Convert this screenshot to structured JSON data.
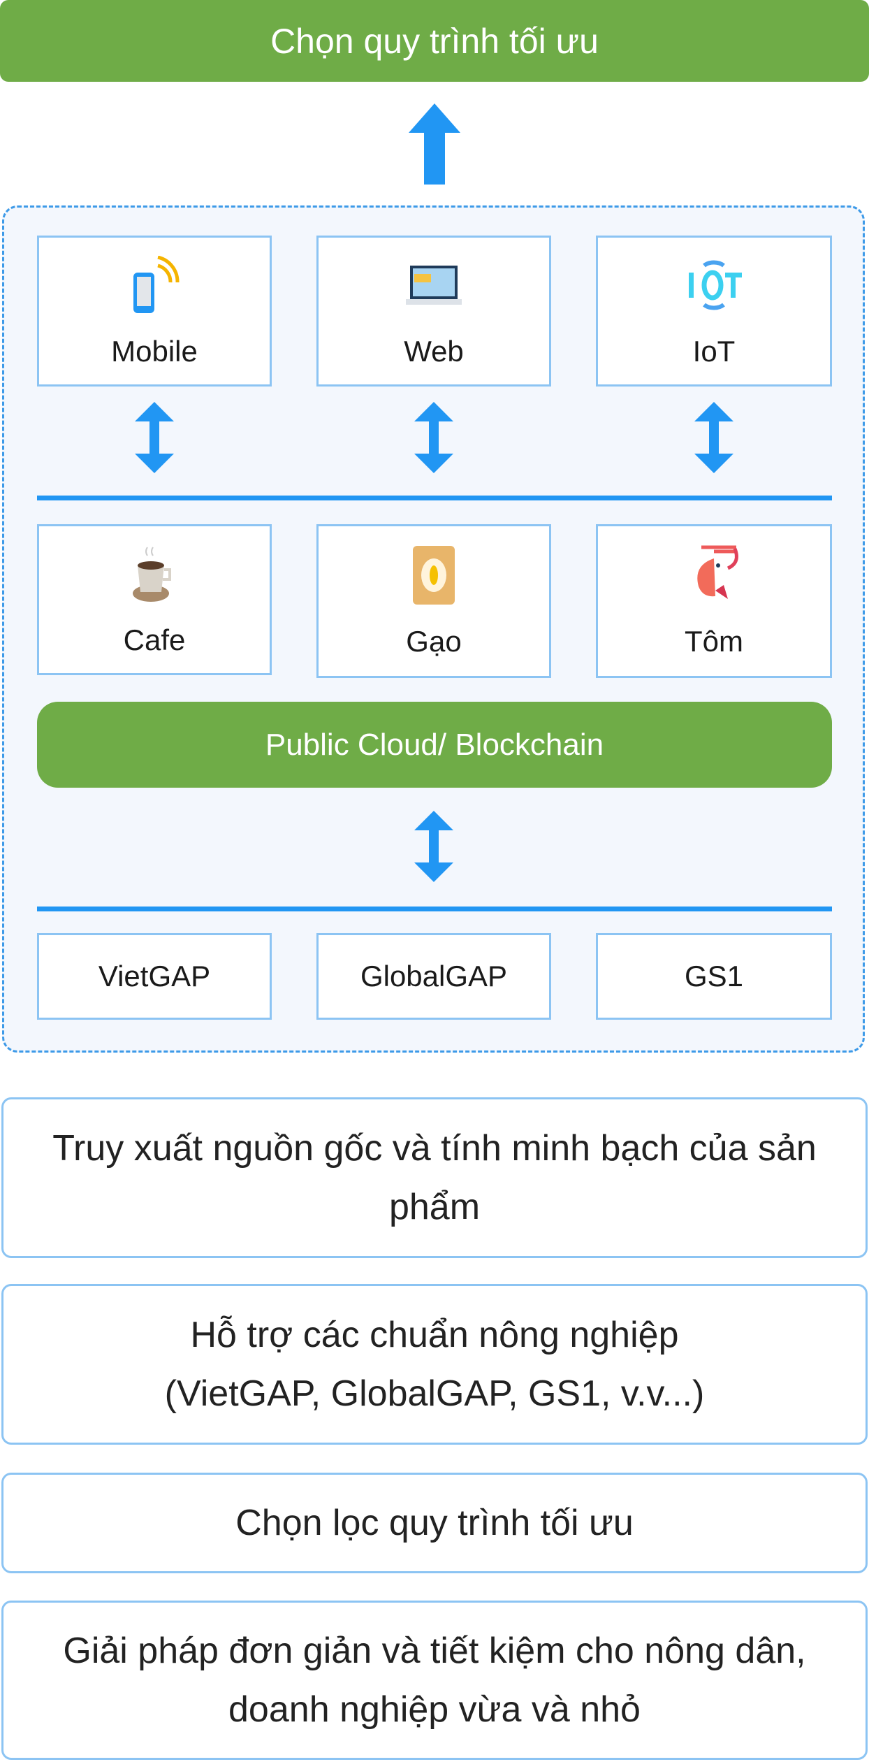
{
  "header": {
    "title": "Chọn quy trình tối ưu"
  },
  "colors": {
    "green": "#6fac47",
    "blue": "#2196f3"
  },
  "platforms": [
    {
      "label": "Mobile",
      "icon": "mobile-signal-icon"
    },
    {
      "label": "Web",
      "icon": "web-monitor-icon"
    },
    {
      "label": "IoT",
      "icon": "iot-icon"
    }
  ],
  "products": [
    {
      "label": "Cafe",
      "icon": "coffee-cup-icon"
    },
    {
      "label": "Gạo",
      "icon": "rice-sack-icon"
    },
    {
      "label": "Tôm",
      "icon": "shrimp-icon"
    }
  ],
  "cloud": {
    "label": "Public Cloud/ Blockchain"
  },
  "standards": [
    "VietGAP",
    "GlobalGAP",
    "GS1"
  ],
  "benefits": [
    "Truy xuất nguồn gốc và tính minh bạch của sản phẩm",
    "Hỗ trợ các chuẩn nông nghiệp (VietGAP, GlobalGAP, GS1, v.v...)",
    "Chọn lọc quy trình tối ưu",
    "Giải pháp đơn giản và tiết kiệm cho nông dân, doanh nghiệp vừa và nhỏ"
  ]
}
